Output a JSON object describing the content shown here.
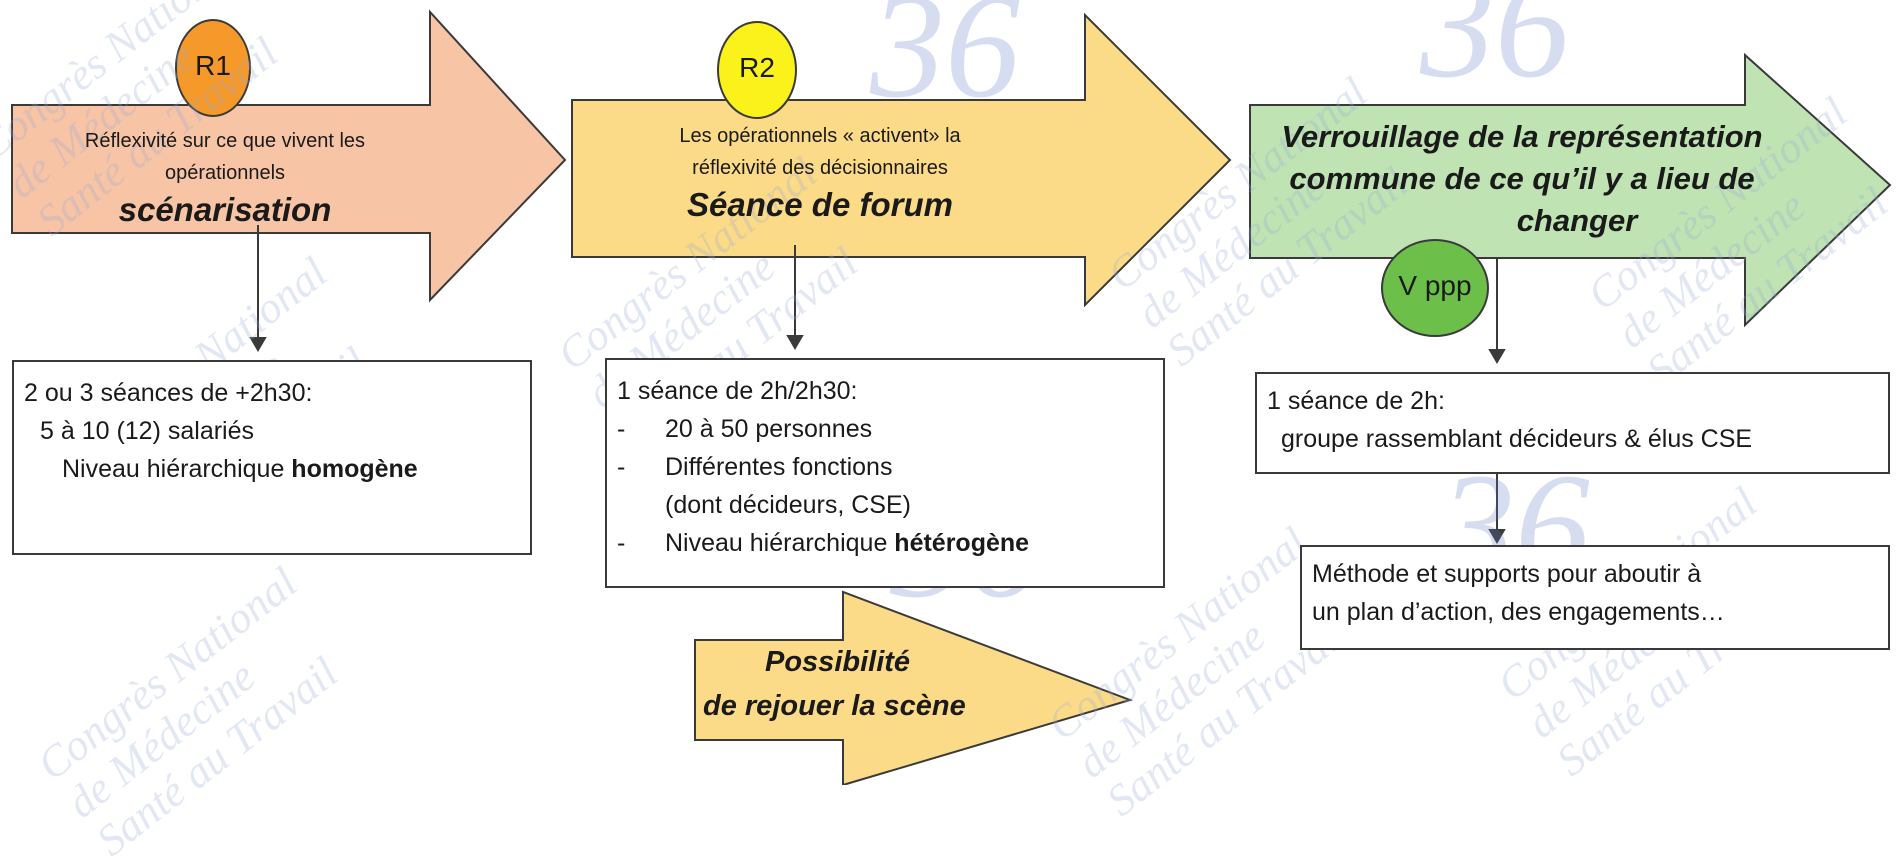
{
  "stages": [
    {
      "badge": "R1",
      "arrow_lines": [
        "Réflexivité sur ce que vivent les",
        "opérationnels"
      ],
      "arrow_title": "scénarisation",
      "box_lines": [
        "2 ou 3 séances de +2h30:",
        "5 à 10 (12) salariés"
      ],
      "box_last_prefix": "Niveau hiérarchique ",
      "box_last_bold": "homogène"
    },
    {
      "badge": "R2",
      "arrow_lines": [
        "Les opérationnels « activent» la",
        "réflexivité des décisionnaires"
      ],
      "arrow_title": "Séance de forum",
      "box_title": "1 séance de 2h/2h30:",
      "bullet_1": "20 à 50 personnes",
      "bullet_2_lines": [
        "Différentes fonctions",
        "(dont décideurs, CSE)"
      ],
      "bullet_3_prefix": "Niveau hiérarchique ",
      "bullet_3_bold": "hétérogène",
      "bullet_dash": "-",
      "extra_arrow_lines": [
        "Possibilité",
        "de rejouer la scène"
      ]
    },
    {
      "badge": "V ppp",
      "arrow_lines": [
        "Verrouillage de la représentation",
        "commune de ce qu’il y a lieu de",
        "changer"
      ],
      "box_lines": [
        "1 séance de 2h:",
        "groupe rassemblant décideurs & élus CSE"
      ],
      "box2_lines": [
        "Méthode et supports pour aboutir à",
        "un plan d’action, des engagements…"
      ]
    }
  ],
  "watermark": {
    "lines": [
      "Congrès National",
      "de Médecine",
      "Santé au Travail"
    ],
    "logo": "36"
  },
  "colors": {
    "arrow_1": "#f7c4a5",
    "arrow_2": "#fcdb88",
    "arrow_3": "#bfe3b3",
    "badge_1": "#f59a2a",
    "badge_2": "#fbf21c",
    "badge_3": "#6cc04a",
    "stroke": "#3a3a3a"
  }
}
